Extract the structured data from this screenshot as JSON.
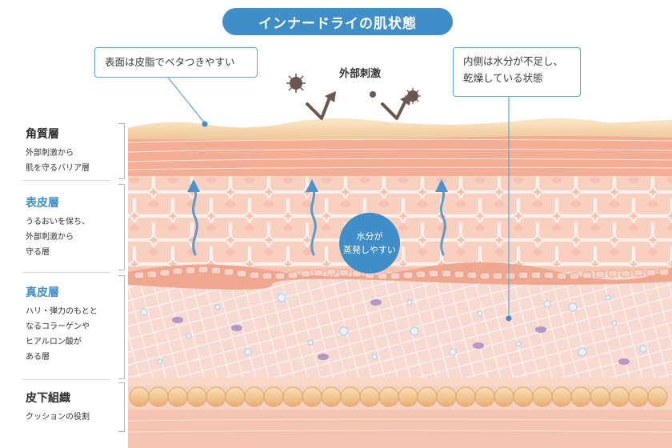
{
  "title": "インナードライの肌状態",
  "callouts": {
    "surface": "表面は皮脂でベタつきやすい",
    "inner_line1": "内側は水分が不足し、",
    "inner_line2": "乾燥している状態"
  },
  "external_label": "外部刺激",
  "bubble": {
    "line1": "水分が",
    "line2": "蒸発しやすい"
  },
  "layers": [
    {
      "title": "角質層",
      "desc": [
        "外部刺激から",
        "肌を守るバリア層"
      ]
    },
    {
      "title": "表皮層",
      "desc": [
        "うるおいを保ち、",
        "外部刺激から",
        "守る層"
      ]
    },
    {
      "title": "真皮層",
      "desc": [
        "ハリ・弾力のもとと",
        "なるコラーゲンや",
        "ヒアルロン酸が",
        "ある層"
      ]
    },
    {
      "title": "皮下組織",
      "desc": [
        "クッションの役割"
      ]
    }
  ],
  "colors": {
    "accent_blue": "#3f8ec8",
    "sebum": "#f5d9a8",
    "stratum": "#f0a98e",
    "epidermis": "#f8c9b8",
    "dermis": "#f9ddd3",
    "fat": "#f3c896",
    "irritant": "#6b5750"
  }
}
